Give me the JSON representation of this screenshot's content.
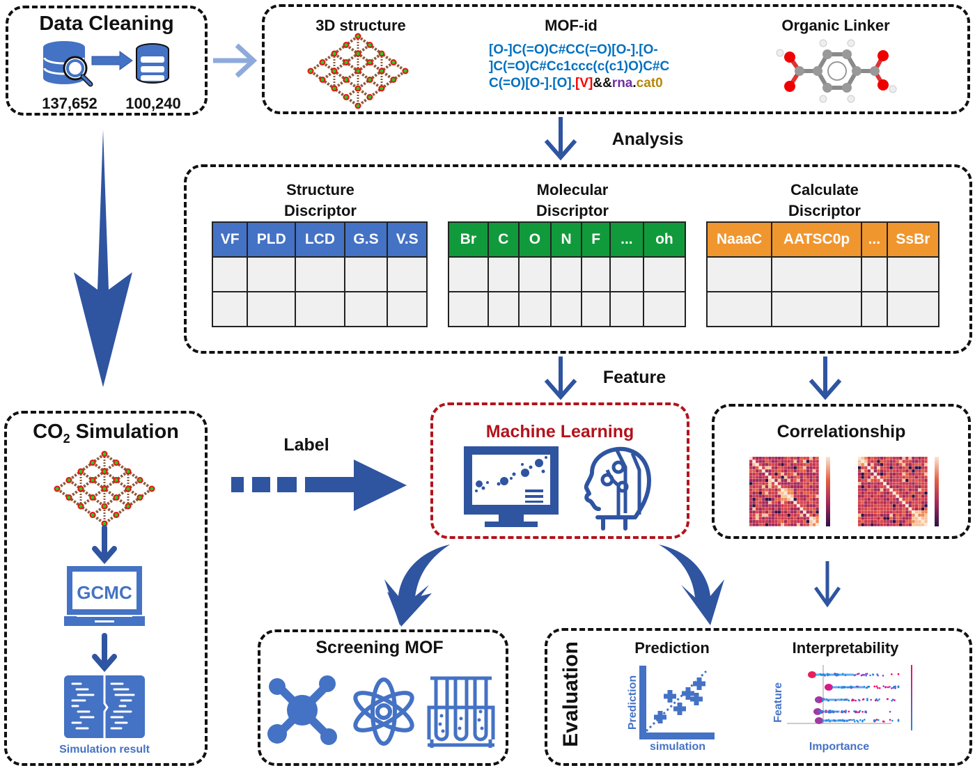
{
  "colors": {
    "arrow_blue": "#2f54a0",
    "icon_blue": "#4472c4",
    "light_arrow": "#8eaadb",
    "ml_red": "#b3121b",
    "structure_header": "#4472c4",
    "molecular_header": "#119a3b",
    "calculate_header": "#f0962f"
  },
  "data_cleaning": {
    "title": "Data Cleaning",
    "count_before": "137,652",
    "count_after": "100,240",
    "icons": [
      "database-search-icon",
      "arrow-right-icon",
      "database-icon"
    ]
  },
  "representation": {
    "structure_title": "3D structure",
    "mofid_title": "MOF-id",
    "mofid_line1": "[O-]C(=O)C#CC(=O)[O-].[O-",
    "mofid_line2": "]C(=O)C#Cc1ccc(c(c1)O)C#C",
    "mofid_line3_prefix": "C(=O)[O-].[O].",
    "mofid_metal": "[V]",
    "mofid_amp": "&&",
    "mofid_topology": "rna",
    "mofid_dot": ".",
    "mofid_cat": "cat0",
    "linker_title": "Organic Linker"
  },
  "labels": {
    "analysis": "Analysis",
    "feature": "Feature",
    "label": "Label"
  },
  "descriptors": {
    "structure": {
      "title_line1": "Structure",
      "title_line2": "Discriptor",
      "headers": [
        "VF",
        "PLD",
        "LCD",
        "G.S",
        "V.S"
      ]
    },
    "molecular": {
      "title_line1": "Molecular",
      "title_line2": "Discriptor",
      "headers": [
        "Br",
        "C",
        "O",
        "N",
        "F",
        "...",
        "oh"
      ]
    },
    "calculate": {
      "title_line1": "Calculate",
      "title_line2": "Discriptor",
      "headers": [
        "NaaaC",
        "AATSC0p",
        "...",
        "SsBr"
      ]
    }
  },
  "simulation": {
    "title_prefix": "CO",
    "title_sub": "2",
    "title_suffix": " Simulation",
    "gcmc_label": "GCMC",
    "result_label": "Simulation result"
  },
  "machine_learning": {
    "title": "Machine Learning",
    "icons": [
      "monitor-chart-icon",
      "ai-head-icon"
    ]
  },
  "correlationship": {
    "title": "Correlationship"
  },
  "screening": {
    "title": "Screening MOF",
    "icons": [
      "molecule-icon",
      "atom-icon",
      "test-tubes-icon"
    ]
  },
  "evaluation": {
    "title": "Evaluation",
    "prediction_title": "Prediction",
    "prediction_ylabel": "Prediction",
    "prediction_xlabel": "simulation",
    "interpretability_title": "Interpretability",
    "interpretability_ylabel": "Feature",
    "interpretability_xlabel": "Importance"
  }
}
